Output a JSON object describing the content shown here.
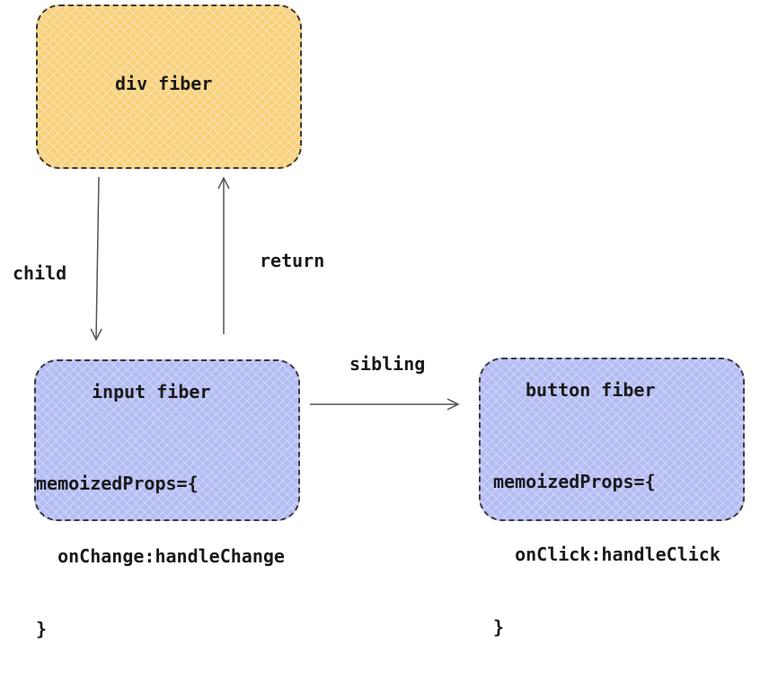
{
  "nodes": {
    "div": {
      "label": "div fiber"
    },
    "input": {
      "label": "input fiber",
      "props_open": "memoizedProps={",
      "props_entry": "  onChange:handleChange",
      "props_close": "}"
    },
    "button": {
      "label": "button fiber",
      "props_open": "memoizedProps={",
      "props_entry": "  onClick:handleClick",
      "props_close": "}"
    }
  },
  "edges": {
    "child": "child",
    "return": "return",
    "sibling": "sibling"
  },
  "colors": {
    "div_fill": "#f8d27e",
    "fiber_fill": "#b5bdf5",
    "border": "#3a3a3a",
    "arrow": "#555555"
  }
}
